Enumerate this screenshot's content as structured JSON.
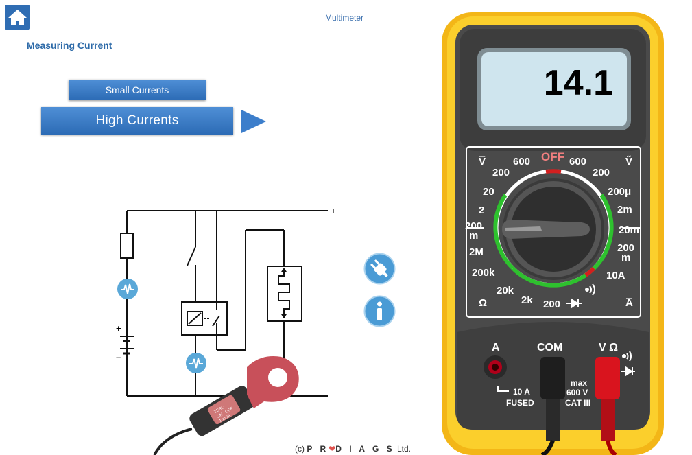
{
  "header": {
    "home_icon": "home-icon",
    "app_title": "Multimeter",
    "page_title": "Measuring Current"
  },
  "buttons": {
    "small_currents": "Small Currents",
    "high_currents": "High Currents",
    "next_icon": "play-arrow-icon",
    "plug_icon": "plug-icon",
    "info_icon": "info-icon"
  },
  "circuit": {
    "plus": "+",
    "minus": "–",
    "battery_plus": "+",
    "battery_minus": "–",
    "clamp_labels": [
      "ZERO",
      "ON",
      "OFF",
      "1mV/A"
    ]
  },
  "multimeter": {
    "display_value": "14.1",
    "dial": {
      "off": "OFF",
      "dcv_symbol": "V̅",
      "acv_symbol": "Ṽ",
      "dca_symbol": "A̅",
      "ohm_symbol": "Ω",
      "dcv_left": [
        "600",
        "200",
        "20",
        "2",
        "200",
        "m"
      ],
      "ohm_left": [
        "2M",
        "200k",
        "20k",
        "2k",
        "200"
      ],
      "acv_right": [
        "600",
        "200"
      ],
      "dca_right": [
        "200μ",
        "2m",
        "20m",
        "200",
        "m",
        "10A"
      ],
      "continuity_icon": "sound-wave-icon",
      "diode_icon": "diode-icon"
    },
    "jacks": {
      "a_label": "A",
      "com_label": "COM",
      "v_label": "V Ω",
      "left_note_1": "10 A",
      "left_note_2": "FUSED",
      "right_note_1": "max",
      "right_note_2": "600 V",
      "right_note_3": "CAT III"
    }
  },
  "footer": {
    "prefix": "(c)",
    "brand_a": "P R",
    "brand_b": "D I A G S",
    "suffix": "Ltd."
  },
  "colors": {
    "accent_blue": "#2f6db3",
    "meter_yellow": "#f7c21d",
    "meter_body": "#4a4a4a",
    "lcd": "#c9dfe8",
    "dial_green": "#2ec12e",
    "dial_red": "#d31f1f"
  }
}
